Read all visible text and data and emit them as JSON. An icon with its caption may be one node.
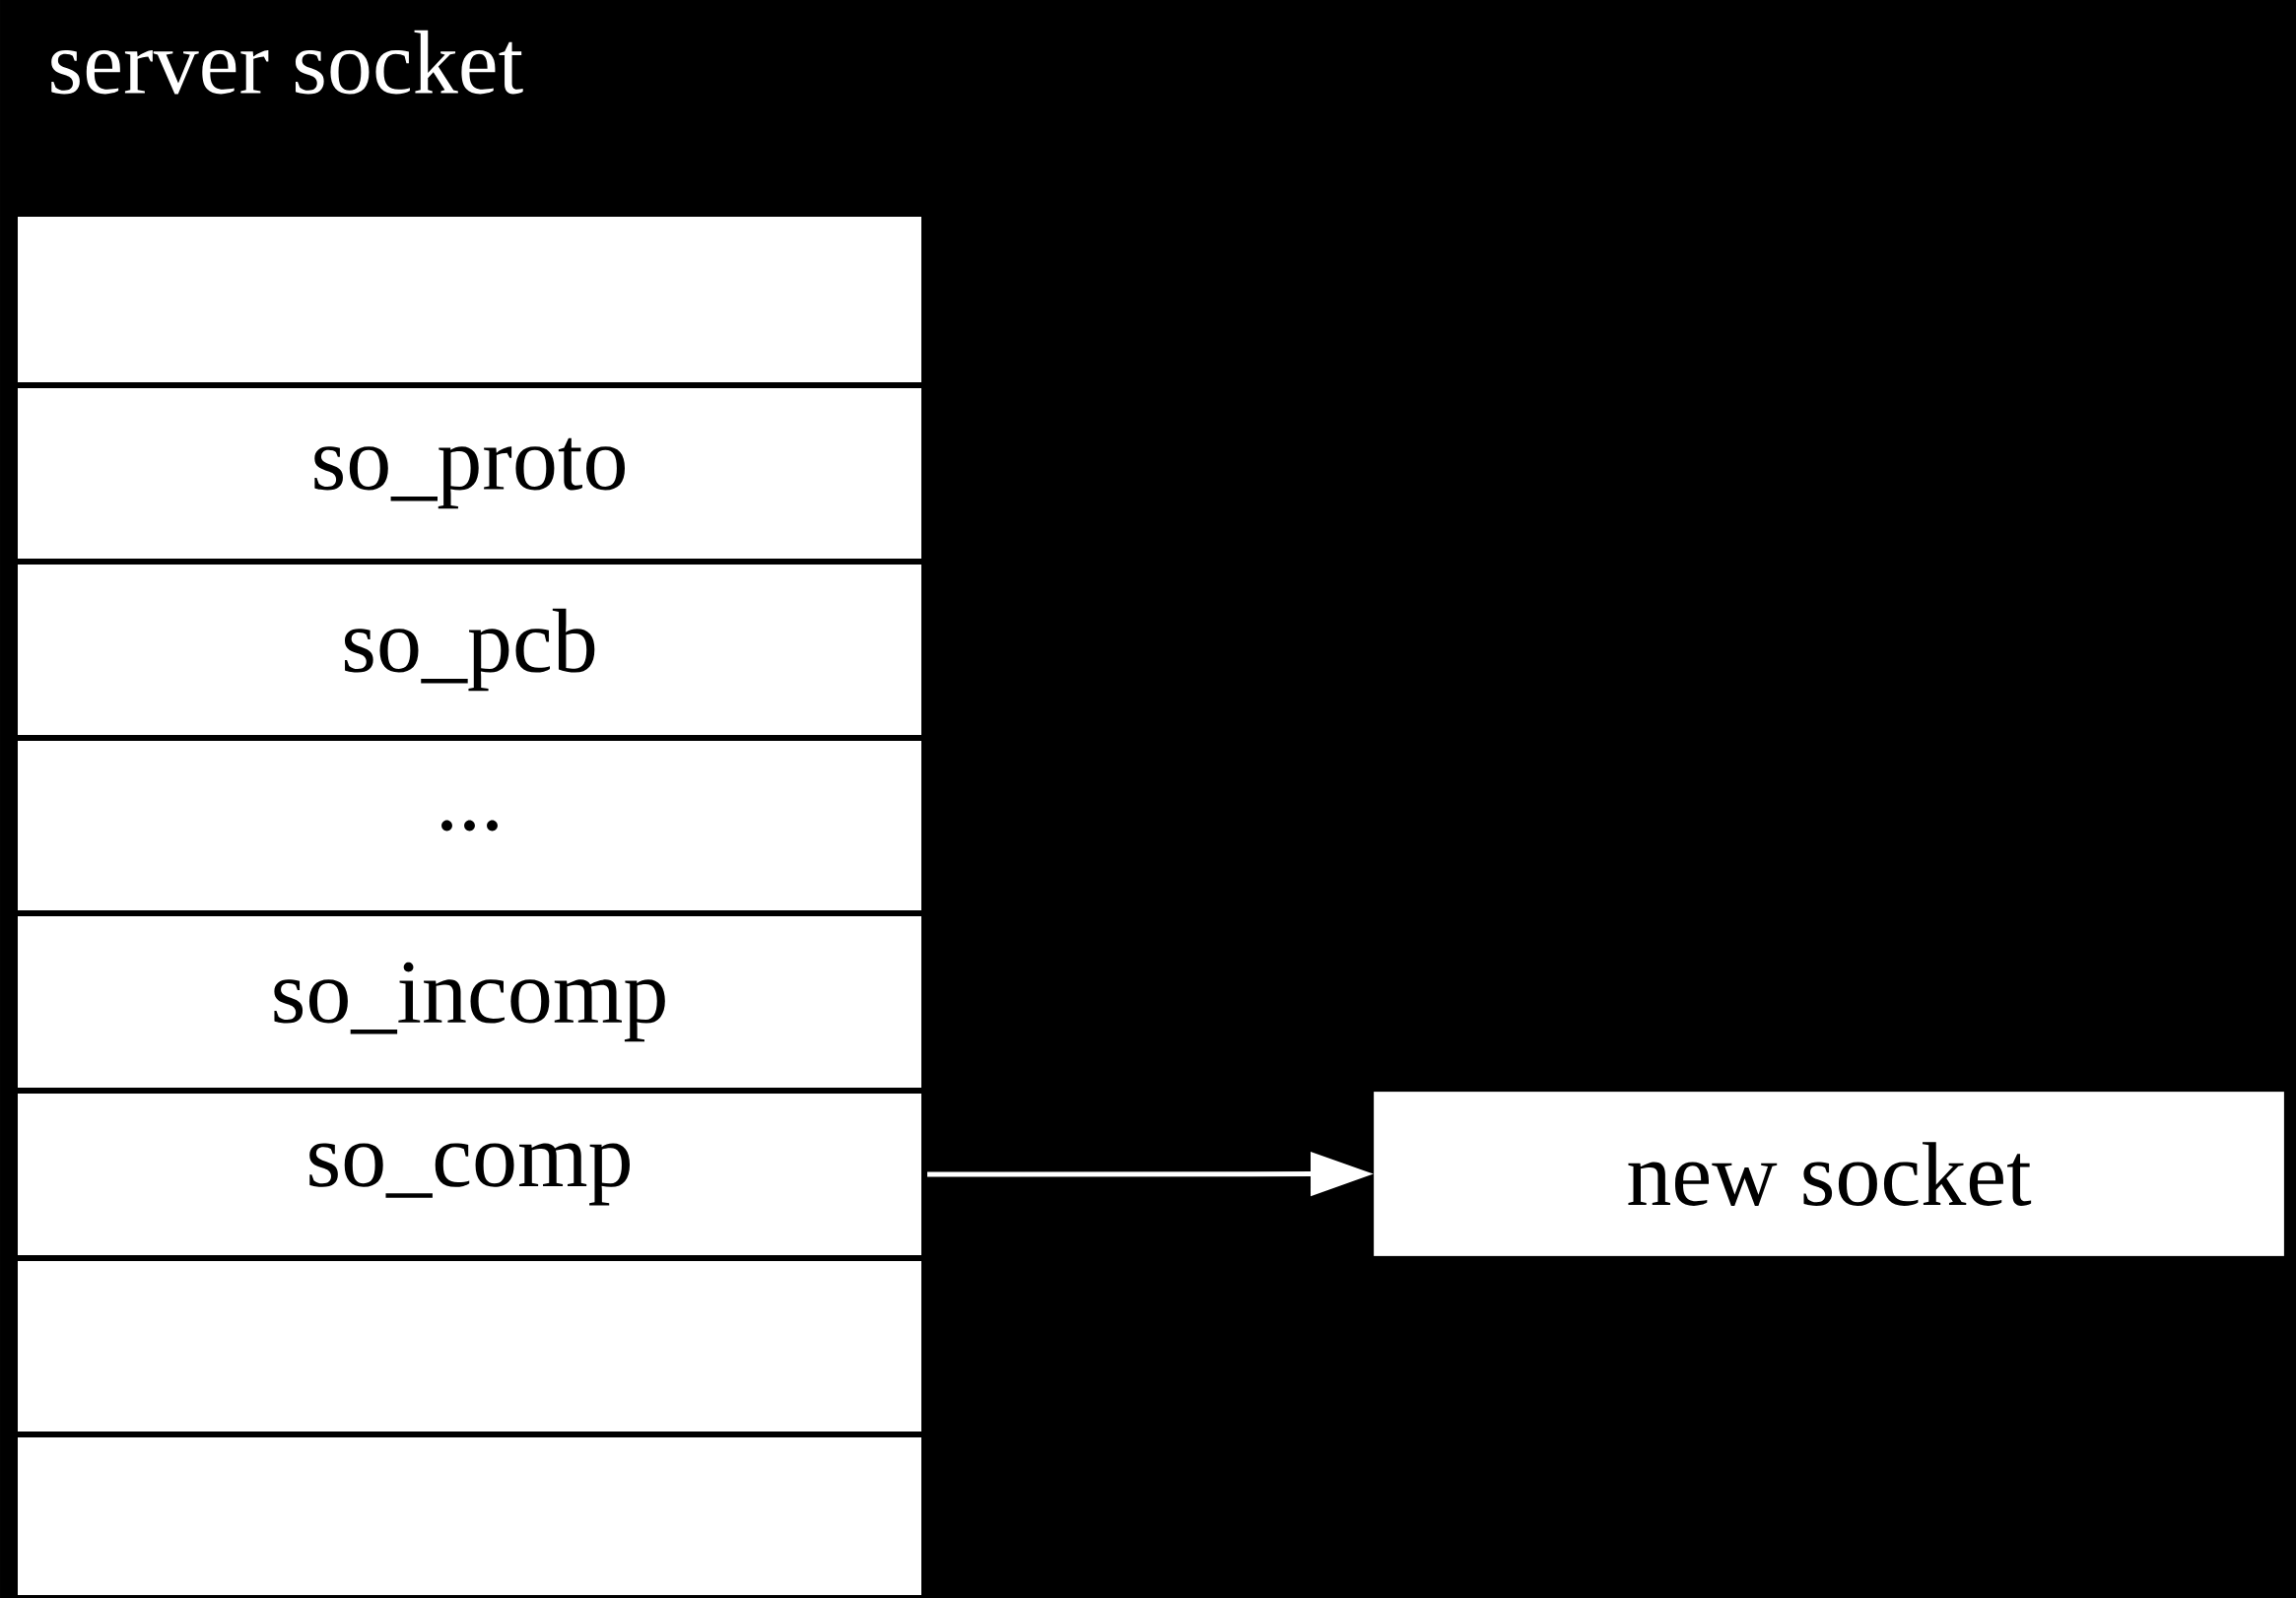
{
  "diagram": {
    "title": "server socket",
    "nodes": [
      {
        "text": [],
        "shape": "box"
      },
      {
        "text": [
          "so_proto"
        ]
      },
      {
        "text": [
          "so_pcb"
        ]
      },
      {
        "text": [
          "..."
        ]
      },
      {
        "text": [
          "so_incomp"
        ]
      },
      {
        "text": [
          "so_comp"
        ]
      },
      {
        "text": [],
        "shape": "box"
      },
      {
        "text": [],
        "shape": "box"
      },
      {
        "text": [
          "new socket"
        ]
      }
    ],
    "edges": [
      {
        "from": 5,
        "to": 8,
        "arrow": "to"
      }
    ]
  }
}
